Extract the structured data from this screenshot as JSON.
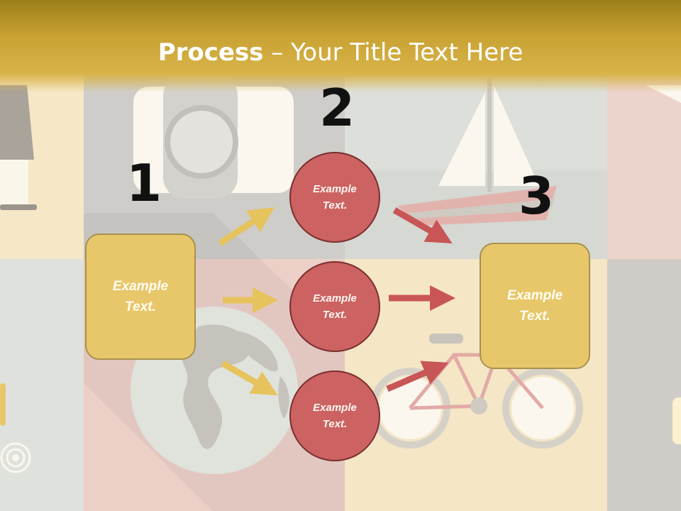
{
  "title": {
    "bold": "Process",
    "rest": " – Your Title Text Here"
  },
  "steps": {
    "one": "1",
    "two": "2",
    "three": "3"
  },
  "left_box": {
    "line1": "Example",
    "line2": "Text."
  },
  "right_box": {
    "line1": "Example",
    "line2": "Text."
  },
  "circles": [
    {
      "line1": "Example",
      "line2": "Text."
    },
    {
      "line1": "Example",
      "line2": "Text."
    },
    {
      "line1": "Example",
      "line2": "Text."
    }
  ],
  "colors": {
    "gold": "#e8c76a",
    "red": "#cc6262",
    "arrow_gold": "#e6c35c",
    "arrow_red": "#c95656",
    "header": "#c9a233"
  }
}
